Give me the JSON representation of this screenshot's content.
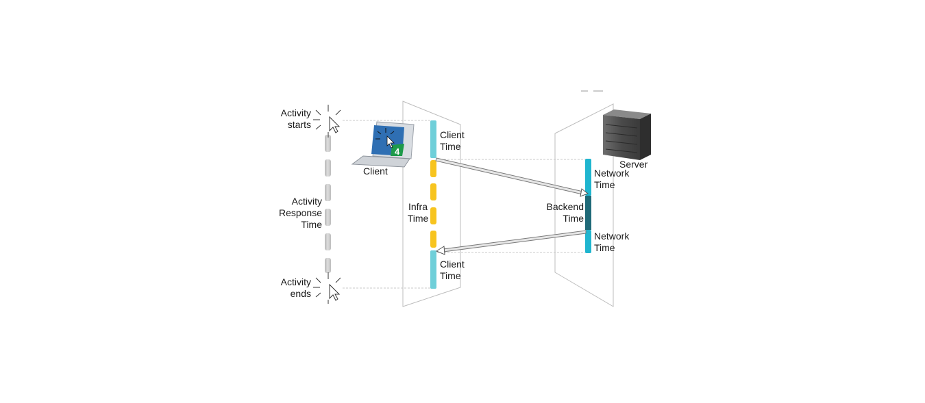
{
  "activity": {
    "starts": [
      "Activity",
      "starts"
    ],
    "response_time": [
      "Activity",
      "Response",
      "Time"
    ],
    "ends": [
      "Activity",
      "ends"
    ]
  },
  "client": {
    "label": "Client",
    "time_top": [
      "Client",
      "Time"
    ],
    "time_bottom": [
      "Client",
      "Time"
    ],
    "infra_time": [
      "Infra",
      "Time"
    ]
  },
  "server": {
    "label": "Server",
    "network_time_top": [
      "Network",
      "Time"
    ],
    "backend_time": [
      "Backend",
      "Time"
    ],
    "network_time_bottom": [
      "Network",
      "Time"
    ]
  },
  "colors": {
    "client_time": "#6fcfd9",
    "infra_time": "#f7c41f",
    "network_time": "#1fb5cf",
    "backend_time": "#1f6a78",
    "activity_dash": "#c9c9c9",
    "plane": "#bdbdbd",
    "laptop_screen": "#2f6fb3",
    "laptop_badge": "#1e9a4a"
  },
  "icons": {
    "cursor": "cursor-click-icon",
    "laptop": "laptop-icon",
    "server": "server-icon"
  }
}
